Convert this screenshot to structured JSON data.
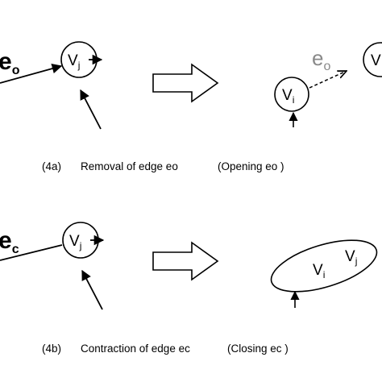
{
  "panel_a": {
    "edge_main": "e",
    "edge_sub": "o",
    "node_vj_main": "V",
    "node_vj_sub": "j",
    "after_edge_main": "e",
    "after_edge_sub": "o",
    "after_node_vi_main": "V",
    "after_node_vi_sub": "i",
    "after_node_v_main": "V",
    "caption_label": "(4a)",
    "caption_text": "Removal of edge eo",
    "caption_paren": "(Opening eo )"
  },
  "panel_b": {
    "edge_main": "e",
    "edge_sub": "c",
    "node_vj_main": "V",
    "node_vj_sub": "j",
    "after_node_vi_main": "V",
    "after_node_vi_sub": "i",
    "after_node_vj_main": "V",
    "after_node_vj_sub": "j",
    "caption_label": "(4b)",
    "caption_text": "Contraction of edge ec",
    "caption_paren": "(Closing ec )"
  }
}
